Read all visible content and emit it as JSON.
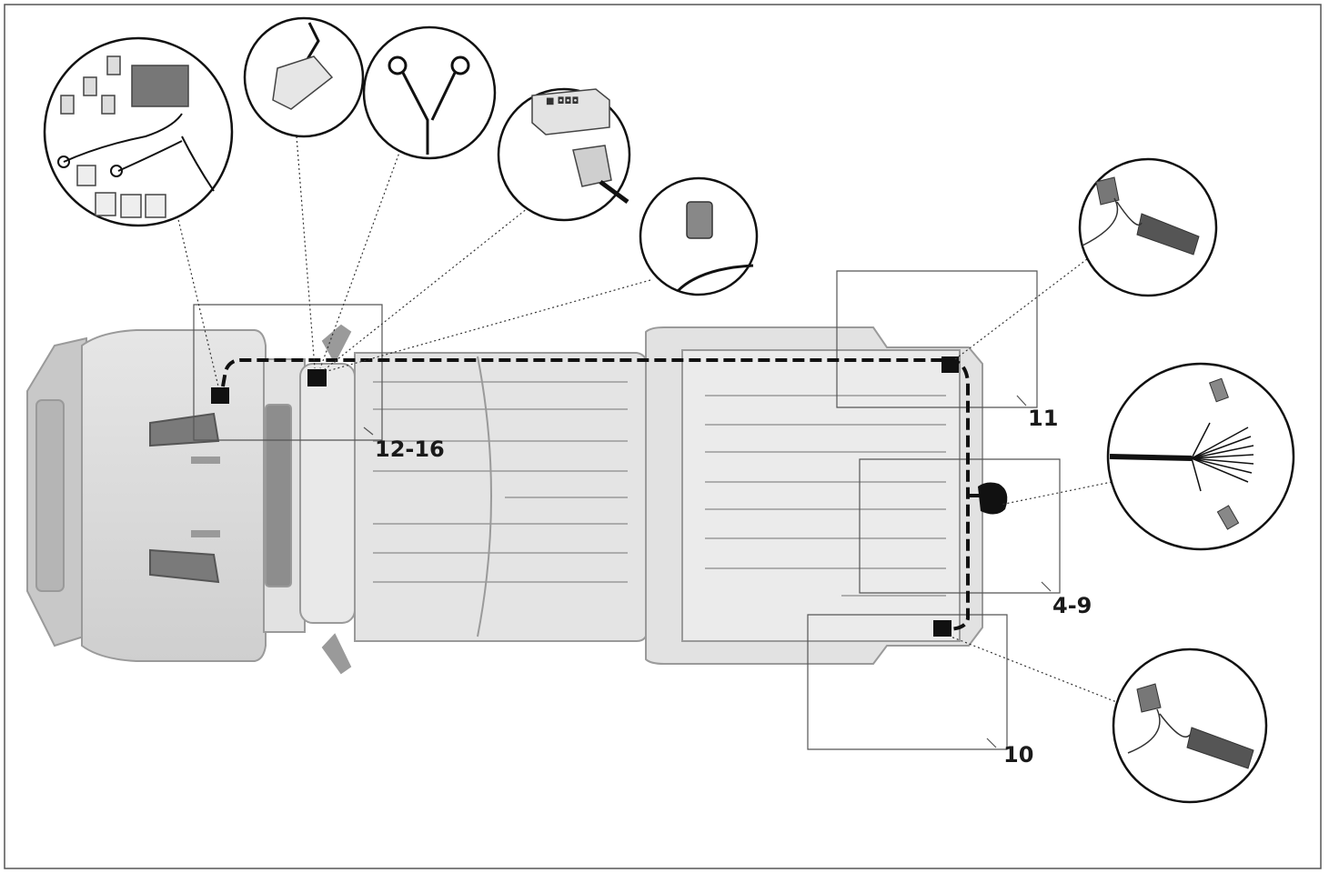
{
  "diagram": {
    "callouts": [
      {
        "id": "rear-right",
        "label": "11"
      },
      {
        "id": "rear-center",
        "label": "4-9"
      },
      {
        "id": "rear-left",
        "label": "10"
      },
      {
        "id": "front",
        "label": "12-16"
      }
    ],
    "module_label_text": "■ ◘◘◘"
  },
  "colors": {
    "vehicle_fill": "#dadada",
    "vehicle_stroke": "#9a9a9a",
    "harness": "#111111",
    "frame": "#555555"
  }
}
